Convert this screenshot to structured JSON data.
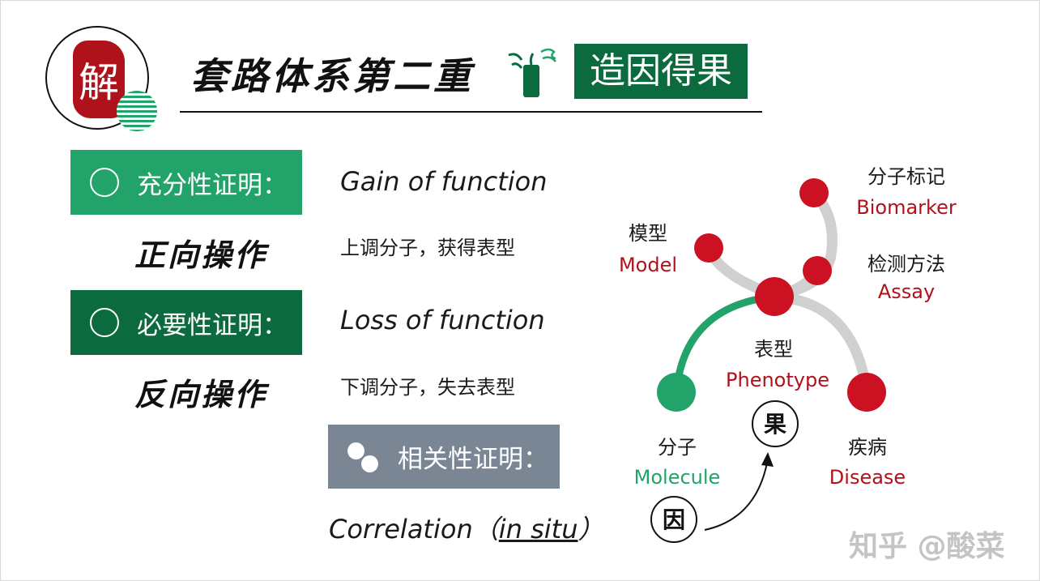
{
  "header": {
    "seal_char": "解",
    "title": "套路体系第二重",
    "badge": "造因得果"
  },
  "left": {
    "gain": {
      "label": "充分性证明：",
      "en": "Gain of function",
      "operation": "正向操作",
      "desc": "上调分子，获得表型"
    },
    "loss": {
      "label": "必要性证明：",
      "en": "Loss of function",
      "operation": "反向操作",
      "desc": "下调分子，失去表型"
    },
    "correlation": {
      "label": "相关性证明：",
      "en_prefix": "Correlation（",
      "en_italic": "in situ",
      "en_suffix": "）"
    }
  },
  "diagram": {
    "nodes": {
      "biomarker": {
        "cn": "分子标记",
        "en": "Biomarker"
      },
      "model": {
        "cn": "模型",
        "en": "Model"
      },
      "assay": {
        "cn": "检测方法",
        "en": "Assay"
      },
      "phenotype": {
        "cn": "表型",
        "en": "Phenotype"
      },
      "molecule": {
        "cn": "分子",
        "en": "Molecule"
      },
      "disease": {
        "cn": "疾病",
        "en": "Disease"
      }
    },
    "cause_char": "因",
    "effect_char": "果"
  },
  "colors": {
    "dark_green": "#0b6b3e",
    "green": "#21a36a",
    "red": "#b0121b",
    "node_red": "#cc1122",
    "gray_box": "#7a8694",
    "connector_gray": "#d0d0d0"
  },
  "watermark": "知乎 @酸菜"
}
